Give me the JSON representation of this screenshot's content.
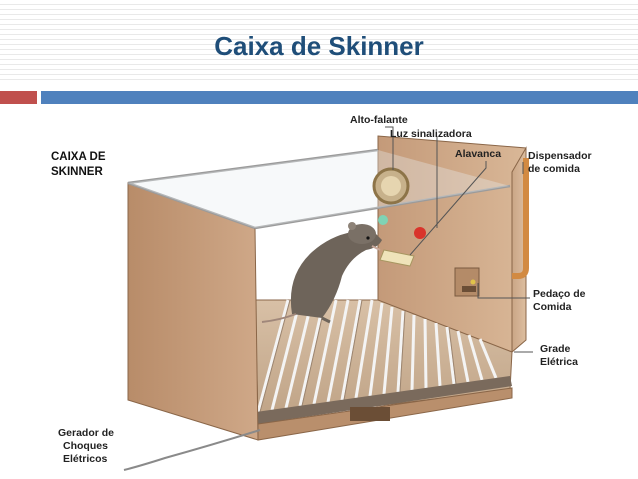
{
  "slide": {
    "title": "Caixa de Skinner"
  },
  "diagram": {
    "heading_line1": "CAIXA DE",
    "heading_line2": "SKINNER",
    "labels": {
      "alto_falante": "Alto-falante",
      "luz": "Luz sinalizadora",
      "alavanca": "Alavanca",
      "dispensador_1": "Dispensador",
      "dispensador_2": "de comida",
      "pedaco_1": "Pedaço de",
      "pedaco_2": "Comida",
      "grade_1": "Grade",
      "grade_2": "Elétrica",
      "gerador_1": "Gerador de",
      "gerador_2": "Choques",
      "gerador_3": "Elétricos"
    }
  },
  "colors": {
    "title": "#1f4e79",
    "accent_red": "#c0504d",
    "accent_blue": "#4f81bd",
    "box_wood": "#c9a382"
  }
}
